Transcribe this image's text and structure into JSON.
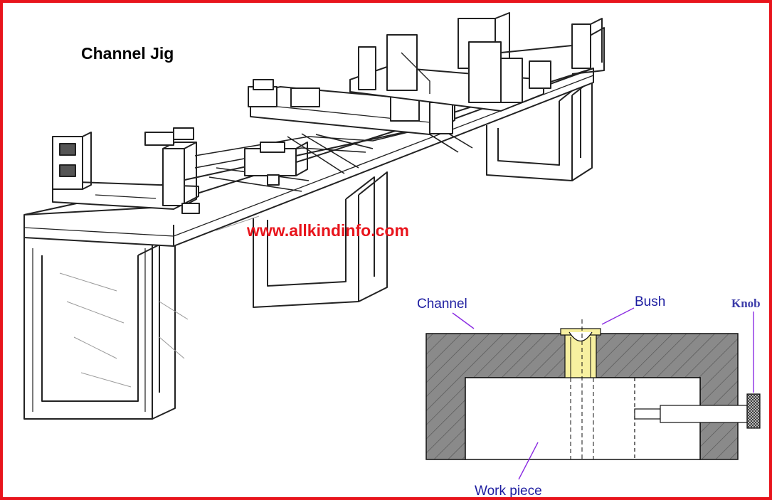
{
  "diagram": {
    "title": "Channel Jig",
    "website": "www.allkindinfo.com",
    "labels": {
      "channel": "Channel",
      "bush": "Bush",
      "knob": "Knob",
      "work_piece": "Work piece"
    }
  },
  "colors": {
    "border": "#e8141c",
    "website_text": "#e8141c",
    "label_text": "#1c1ca0",
    "knob_text": "#3a3aa8",
    "pointer_line": "#8a2be2",
    "section_fill": "#8a8a8a",
    "bush_fill": "#f7f0a0",
    "sketch_line": "#222222"
  },
  "icons": [
    "channel-jig-drawing",
    "cross-section-drawing",
    "knurled-knob-icon"
  ]
}
